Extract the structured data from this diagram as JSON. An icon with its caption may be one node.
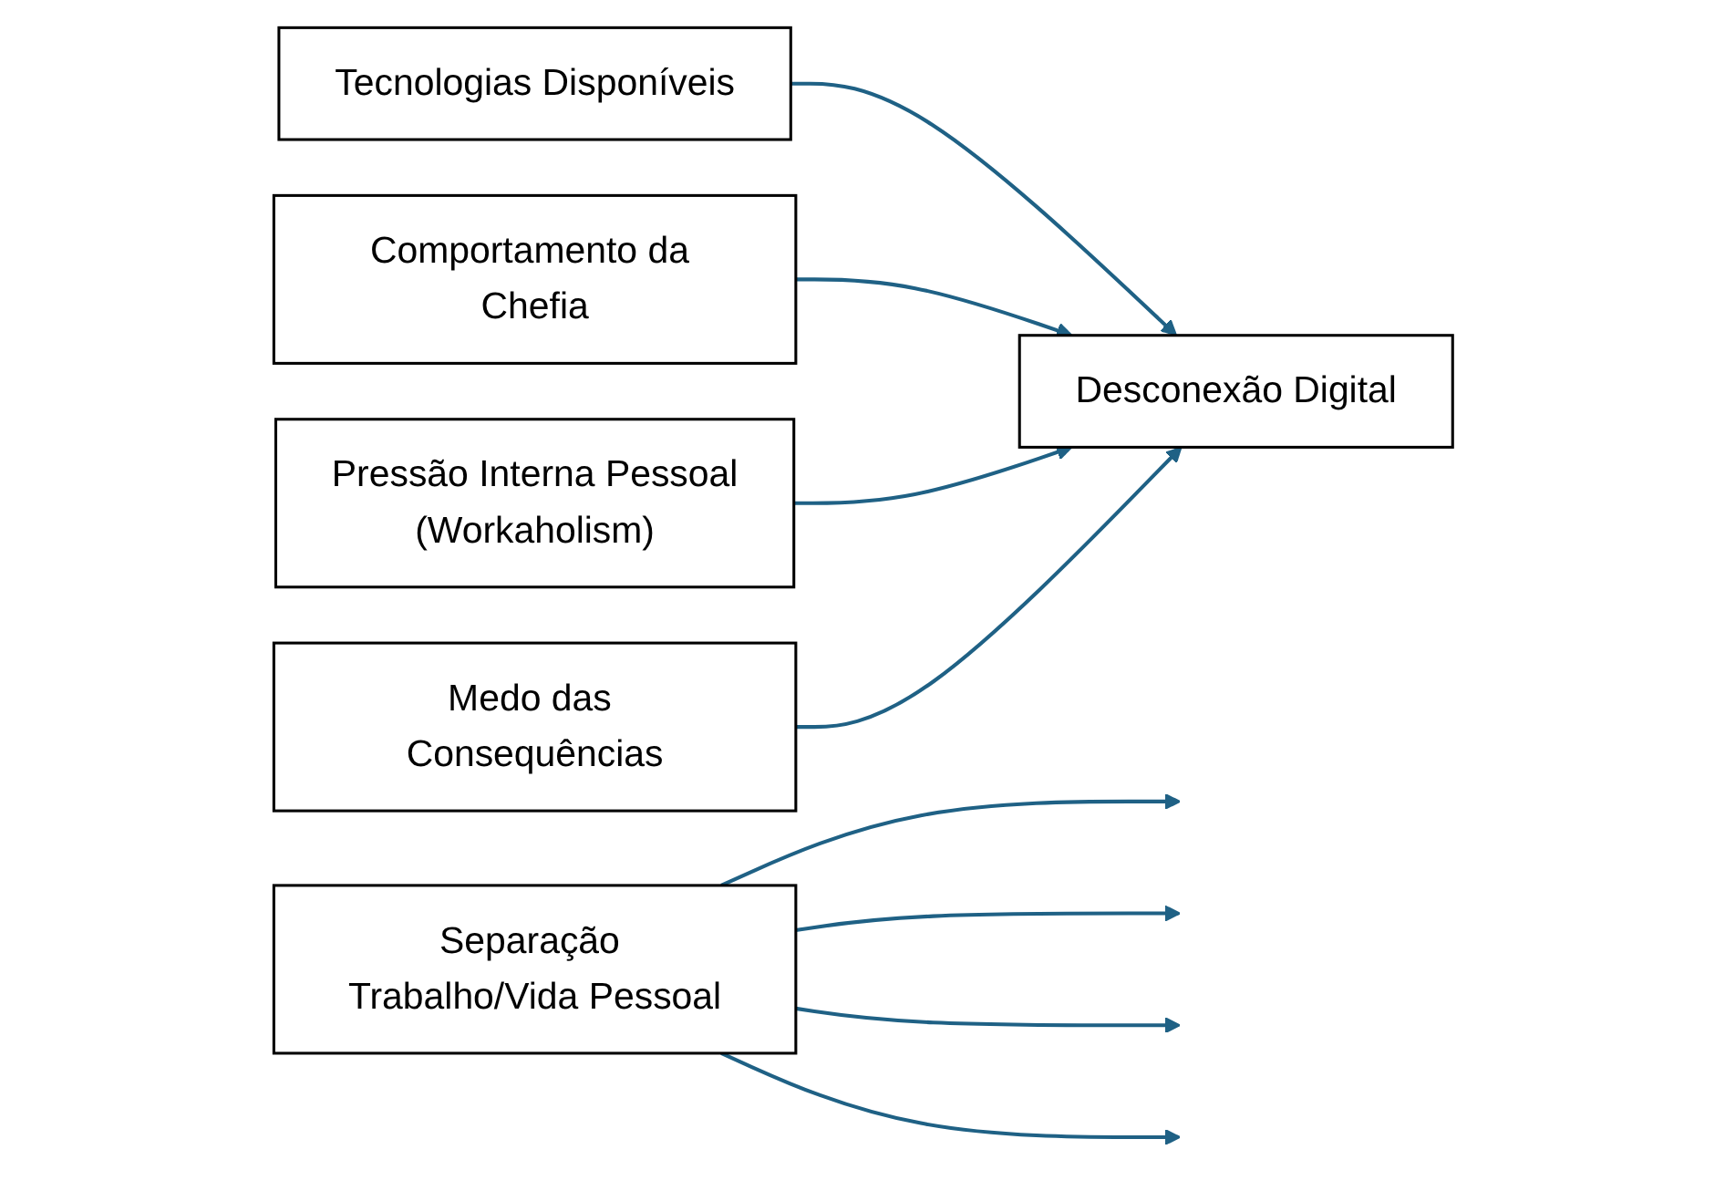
{
  "diagram": {
    "nodes": [
      {
        "text": [
          "Tecnologias Disponíveis"
        ]
      },
      {
        "text": [
          "Comportamento da Chefia"
        ]
      },
      {
        "text": [
          "Pressão Interna Pessoal",
          "(Workaholism)"
        ]
      },
      {
        "text": [
          "Medo das Consequências"
        ]
      },
      {
        "text": [
          "Separação Trabalho/Vida Pessoal"
        ]
      },
      {
        "text": [
          "Desconexão Digital"
        ]
      }
    ],
    "edges": [
      {
        "from": 0,
        "to": 5,
        "arrow": "to"
      },
      {
        "from": 1,
        "to": 5,
        "arrow": "to"
      },
      {
        "from": 2,
        "to": 5,
        "arrow": "to"
      },
      {
        "from": 3,
        "to": 5,
        "arrow": "to"
      },
      {
        "from": 4,
        "to": null,
        "arrow": "to"
      },
      {
        "from": 4,
        "to": null,
        "arrow": "to"
      },
      {
        "from": 4,
        "to": null,
        "arrow": "to"
      },
      {
        "from": 4,
        "to": null,
        "arrow": "to"
      }
    ]
  }
}
